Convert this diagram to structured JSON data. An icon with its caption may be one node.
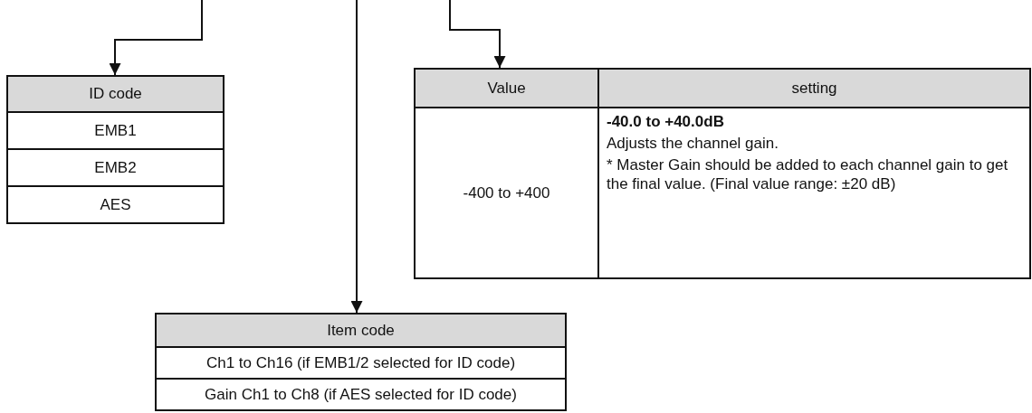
{
  "diagram": {
    "nodes": [
      {
        "text": [
          "ID code",
          "EMB1",
          "EMB2",
          "AES"
        ]
      },
      {
        "text": [
          "Value",
          "setting",
          "-400 to +400",
          "-40.0 to +40.0dB",
          "Adjusts the channel gain.",
          "* Master Gain should be added to each channel gain to get the final value. (Final value range: ±20 dB)"
        ]
      },
      {
        "text": [
          "Item code",
          "Ch1 to Ch16 (if EMB1/2 selected for ID code)",
          "Gain Ch1 to Ch8 (if AES selected for ID code)"
        ]
      }
    ],
    "edges": [
      {
        "from": null,
        "to": 0,
        "arrow": "to"
      },
      {
        "from": null,
        "to": 2,
        "arrow": "to"
      },
      {
        "from": null,
        "to": 1,
        "arrow": "to"
      }
    ]
  }
}
